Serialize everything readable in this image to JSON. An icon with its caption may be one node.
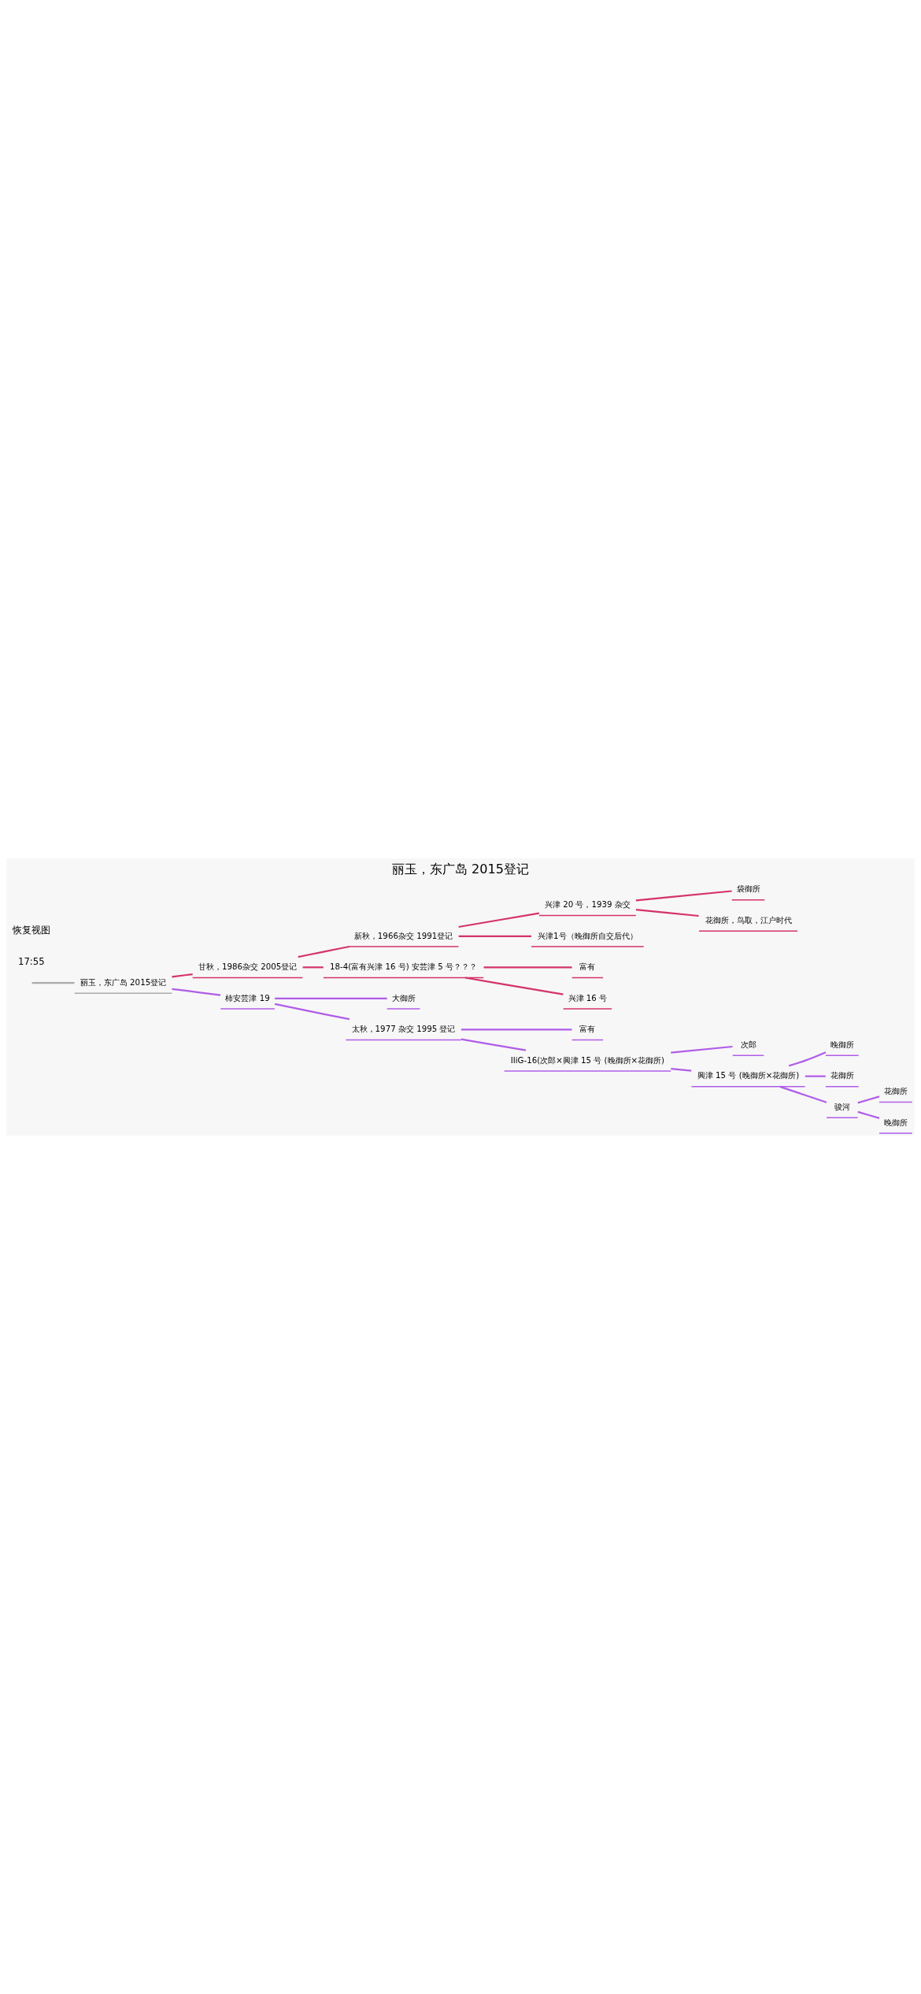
{
  "diagram": {
    "title": "丽玉，东广岛 2015登记",
    "nodes": [
      {
        "text": [
          "丽玉，东广岛 2015登记"
        ]
      },
      {
        "text": [
          "甘秋，1986杂交 2005登记"
        ]
      },
      {
        "text": [
          "新秋，1966杂交 1991登记"
        ]
      },
      {
        "text": [
          "兴津 20 号，1939 杂交"
        ]
      },
      {
        "text": [
          "袋御所"
        ]
      },
      {
        "text": [
          "花御所，鸟取，江户时代"
        ]
      },
      {
        "text": [
          "兴津1号（晚御所自交后代）"
        ]
      },
      {
        "text": [
          "18-4(富有兴津 16 号) 安芸津 5 号？？？"
        ]
      },
      {
        "text": [
          "富有"
        ]
      },
      {
        "text": [
          "兴津 16 号"
        ]
      },
      {
        "text": [
          "柿安芸津 19"
        ]
      },
      {
        "text": [
          "大御所"
        ]
      },
      {
        "text": [
          "太秋，1977 杂交 1995 登记"
        ]
      },
      {
        "text": [
          "富有"
        ]
      },
      {
        "text": [
          "IIiG-16(次郎×興津 15 号 (晚御所×花御所)"
        ]
      },
      {
        "text": [
          "次郎"
        ]
      },
      {
        "text": [
          "興津 15 号 (晚御所×花御所)"
        ]
      },
      {
        "text": [
          "晚御所"
        ]
      },
      {
        "text": [
          "花御所"
        ]
      },
      {
        "text": [
          "骏河"
        ]
      },
      {
        "text": [
          "花御所"
        ]
      },
      {
        "text": [
          "晚御所"
        ]
      }
    ],
    "edges": [
      {
        "from": null,
        "to": 0,
        "arrow": "none",
        "color": "#aaaaaa"
      },
      {
        "from": 0,
        "to": 1,
        "arrow": "none",
        "color": "#d4336a"
      },
      {
        "from": 1,
        "to": 2,
        "arrow": "none",
        "color": "#d4336a"
      },
      {
        "from": 2,
        "to": 3,
        "arrow": "none",
        "color": "#d4336a"
      },
      {
        "from": 3,
        "to": 4,
        "arrow": "none",
        "color": "#d4336a"
      },
      {
        "from": 3,
        "to": 5,
        "arrow": "none",
        "color": "#d4336a"
      },
      {
        "from": 2,
        "to": 6,
        "arrow": "none",
        "color": "#d4336a"
      },
      {
        "from": 1,
        "to": 7,
        "arrow": "none",
        "color": "#d4336a"
      },
      {
        "from": 7,
        "to": 8,
        "arrow": "none",
        "color": "#d4336a"
      },
      {
        "from": 7,
        "to": 9,
        "arrow": "none",
        "color": "#d4336a"
      },
      {
        "from": 0,
        "to": 10,
        "arrow": "none"
      },
      {
        "from": 10,
        "to": 11,
        "arrow": "none"
      },
      {
        "from": 10,
        "to": 12,
        "arrow": "none"
      },
      {
        "from": 12,
        "to": 13,
        "arrow": "none"
      },
      {
        "from": 12,
        "to": 14,
        "arrow": "none"
      },
      {
        "from": 14,
        "to": 15,
        "arrow": "none"
      },
      {
        "from": 14,
        "to": 16,
        "arrow": "none"
      },
      {
        "from": 16,
        "to": 17,
        "arrow": "none"
      },
      {
        "from": 16,
        "to": 18,
        "arrow": "none"
      },
      {
        "from": 16,
        "to": 19,
        "arrow": "none"
      },
      {
        "from": 19,
        "to": 20,
        "arrow": "none"
      },
      {
        "from": 19,
        "to": 21,
        "arrow": "none"
      }
    ],
    "labels": [
      "17:55",
      "恢复视图"
    ]
  }
}
